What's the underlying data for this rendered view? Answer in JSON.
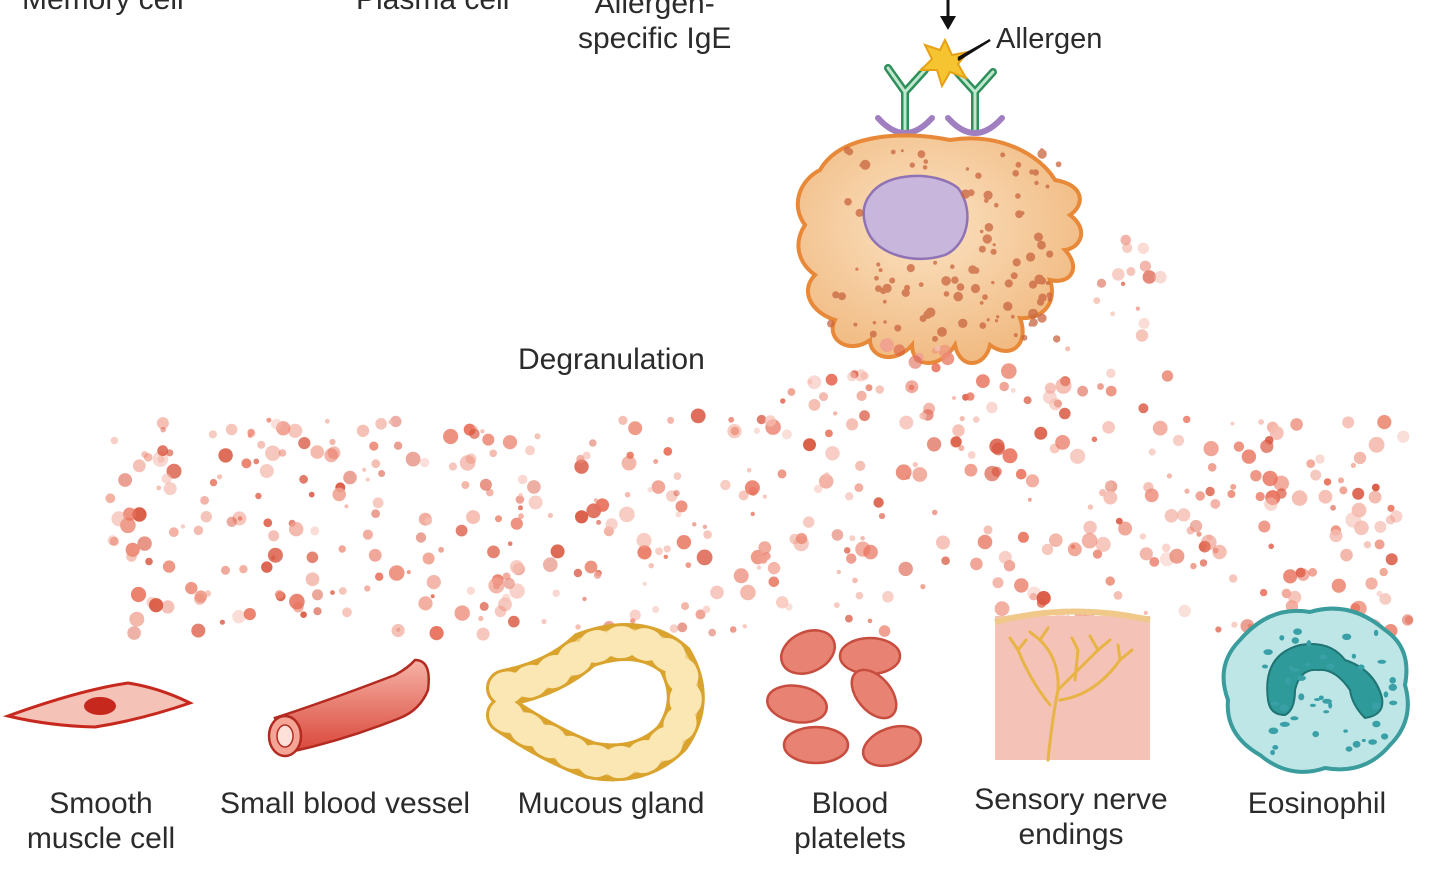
{
  "top_labels": {
    "memory_cell": "Memory cell",
    "plasma_cell": "Plasma cell",
    "ige_line1": "Allergen-",
    "ige_line2": "specific IgE",
    "allergen": "Allergen"
  },
  "process": {
    "degranulation": "Degranulation"
  },
  "targets": [
    {
      "line1": "Smooth",
      "line2": "muscle cell"
    },
    {
      "line1": "Small blood vessel",
      "line2": ""
    },
    {
      "line1": "Mucous gland",
      "line2": ""
    },
    {
      "line1": "Blood",
      "line2": "platelets"
    },
    {
      "line1": "Sensory nerve",
      "line2": "endings"
    },
    {
      "line1": "Eosinophil",
      "line2": ""
    }
  ],
  "colors": {
    "mast_cell_fill": "#f5c99a",
    "mast_cell_stroke": "#e8893a",
    "nucleus": "#c9b6dc",
    "granule": "#d9654a",
    "smooth_muscle": "#d2382b",
    "vessel": "#d9473a",
    "gland": "#f2d38c",
    "platelet": "#e88273",
    "nerve_bg": "#f4c2b6",
    "eosinophil": "#bfe6e6"
  }
}
